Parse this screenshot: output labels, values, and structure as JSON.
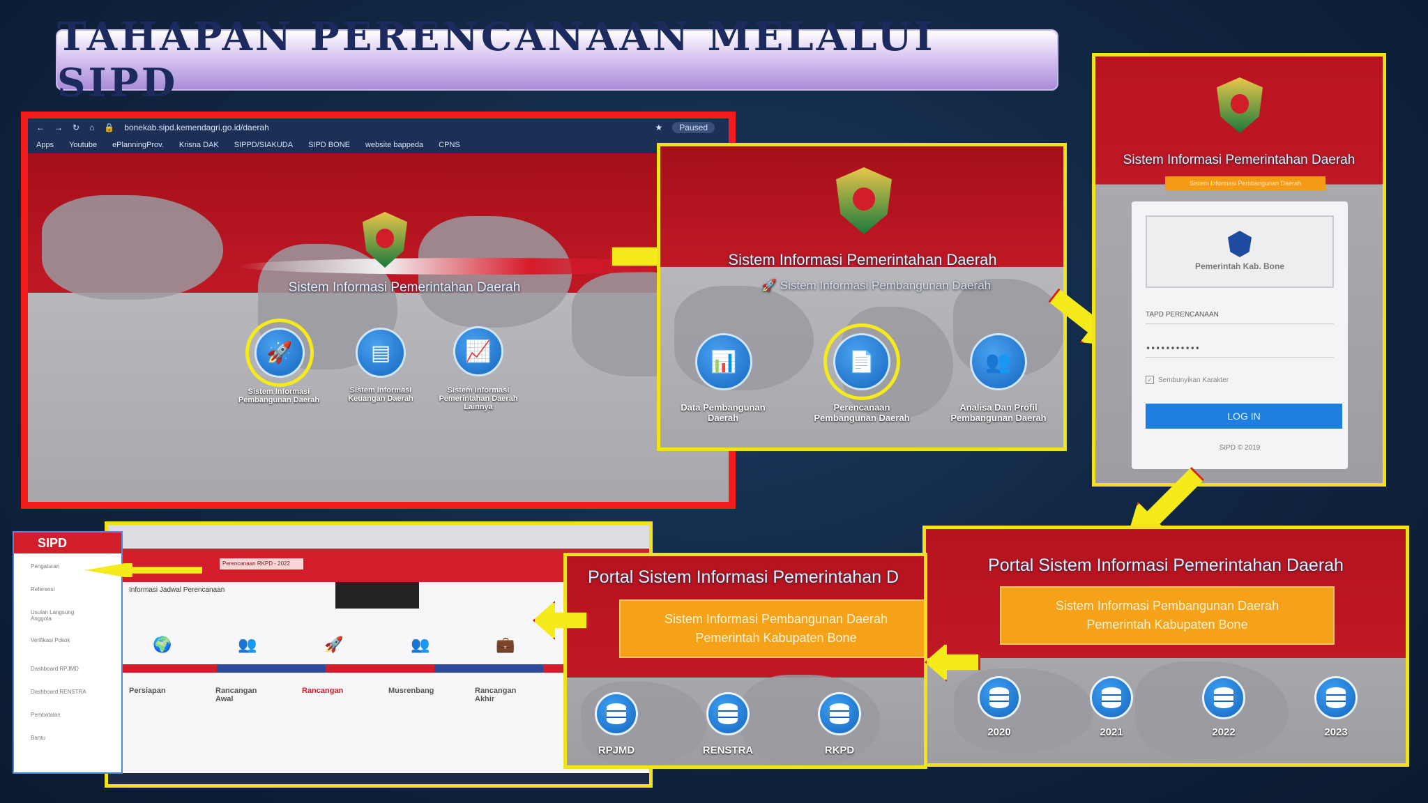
{
  "title": "TAHAPAN PERENCANAAN MELALUI SIPD",
  "panel1": {
    "url": "bonekab.sipd.kemendagri.go.id/daerah",
    "paused": "Paused",
    "bookmarks": [
      "Apps",
      "Youtube",
      "ePlanningProv.",
      "Krisna DAK",
      "SIPPD/SIAKUDA",
      "SIPD BONE",
      "website bappeda",
      "CPNS"
    ],
    "heading": "Sistem Informasi Pemerintahan Daerah",
    "items": [
      {
        "label_1": "Sistem Informasi",
        "label_2": "Pembangunan Daerah"
      },
      {
        "label_1": "Sistem Informasi",
        "label_2": "Keuangan Daerah"
      },
      {
        "label_1": "Sistem Informasi",
        "label_2": "Pemerintahan Daerah",
        "label_3": "Lainnya"
      }
    ]
  },
  "panel2": {
    "heading": "Sistem Informasi Pemerintahan Daerah",
    "subheading": "Sistem Informasi Pembangunan Daerah",
    "items": [
      {
        "label_1": "Data Pembangunan",
        "label_2": "Daerah"
      },
      {
        "label_1": "Perencanaan",
        "label_2": "Pembangunan Daerah"
      },
      {
        "label_1": "Analisa Dan Profil",
        "label_2": "Pembangunan Daerah"
      }
    ]
  },
  "panel3": {
    "heading": "Sistem Informasi Pemerintahan Daerah",
    "badge": "Sistem Informasi Pembangunan Daerah",
    "org": "Pemerintah Kab. Bone",
    "username": "TAPD PERENCANAAN",
    "password": "•••••••••••",
    "checkbox_label": "Sembunyikan Karakter",
    "login_button": "LOG IN",
    "footer": "SIPD © 2019"
  },
  "panel4": {
    "heading": "Portal Sistem Informasi Pemerintahan Daerah",
    "line_1": "Sistem Informasi Pembangunan Daerah",
    "line_2": "Pemerintah Kabupaten Bone",
    "years": [
      "2020",
      "2021",
      "2022",
      "2023"
    ]
  },
  "panel5": {
    "heading": "Portal Sistem Informasi Pemerintahan D",
    "line_1": "Sistem Informasi Pembangunan Daerah",
    "line_2": "Pemerintah Kabupaten Bone",
    "docs": [
      "RPJMD",
      "RENSTRA",
      "RKPD"
    ]
  },
  "panel6": {
    "brand": "SIPD",
    "sidebar": [
      "Pengaturan",
      "Referensi",
      "Usulan Langsung Anggota",
      "Verifikasi Pokok",
      "Dashboard RPJMD",
      "Dashboard RENSTRA",
      "Pembatalan",
      "Bantu"
    ],
    "dropdown": "Perencanaan RKPD - 2022",
    "section_title": "Informasi Jadwal Perencanaan",
    "stages": [
      "Persiapan",
      "Rancangan Awal",
      "Rancangan",
      "Musrenbang",
      "Rancangan Akhir"
    ]
  }
}
